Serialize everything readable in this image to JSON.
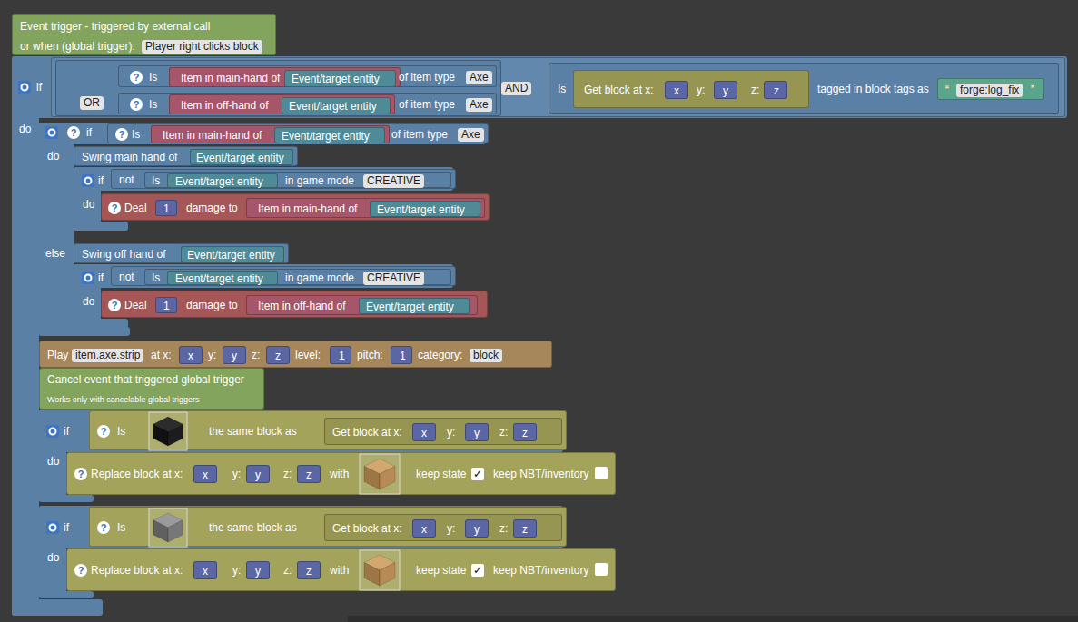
{
  "diagram": {
    "nodes": [
      {
        "text": [
          "Event trigger - triggered by external call",
          "or when (global trigger):",
          "Player right clicks block"
        ]
      },
      {
        "text": [
          "if",
          "do"
        ]
      },
      {
        "text": [
          "AND"
        ],
        "in": 1
      },
      {
        "text": [
          "OR"
        ],
        "in": 2
      },
      {
        "text": [
          "?",
          "Is",
          "of item type",
          "Axe"
        ],
        "in": 3
      },
      {
        "text": [
          "Item in main-hand of"
        ],
        "in": 4
      },
      {
        "text": [
          "Event/target entity"
        ],
        "in": 5
      },
      {
        "text": [
          "?",
          "Is",
          "of item type",
          "Axe"
        ],
        "in": 3
      },
      {
        "text": [
          "Item in off-hand of"
        ],
        "in": 7
      },
      {
        "text": [
          "Event/target entity"
        ],
        "in": 8
      },
      {
        "text": [
          "Is",
          "tagged in block tags as"
        ],
        "in": 2
      },
      {
        "text": [
          "Get block at x:",
          "y:",
          "z:"
        ],
        "in": 10
      },
      {
        "text": [
          "x"
        ],
        "in": 11
      },
      {
        "text": [
          "y"
        ],
        "in": 11
      },
      {
        "text": [
          "z"
        ],
        "in": 11
      },
      {
        "text": [
          "“",
          "forge:log_fix",
          "”"
        ],
        "in": 10
      },
      {
        "text": [
          "?",
          "if",
          "do",
          "else"
        ],
        "in": 1
      },
      {
        "text": [
          "?",
          "Is",
          "of item type",
          "Axe"
        ],
        "in": 16
      },
      {
        "text": [
          "Item in main-hand of"
        ],
        "in": 17
      },
      {
        "text": [
          "Event/target entity"
        ],
        "in": 18
      },
      {
        "text": [
          "Swing main hand of"
        ],
        "in": 16
      },
      {
        "text": [
          "Event/target entity"
        ],
        "in": 20
      },
      {
        "text": [
          "if",
          "do"
        ],
        "in": 16
      },
      {
        "text": [
          "not"
        ],
        "in": 22
      },
      {
        "text": [
          "Is",
          "in game mode",
          "CREATIVE"
        ],
        "in": 23
      },
      {
        "text": [
          "Event/target entity"
        ],
        "in": 24
      },
      {
        "text": [
          "?",
          "Deal",
          "damage to"
        ],
        "in": 22
      },
      {
        "text": [
          "1"
        ],
        "in": 26
      },
      {
        "text": [
          "Item in main-hand of"
        ],
        "in": 26
      },
      {
        "text": [
          "Event/target entity"
        ],
        "in": 28
      },
      {
        "text": [
          "Swing off hand of"
        ],
        "in": 16
      },
      {
        "text": [
          "Event/target entity"
        ],
        "in": 30
      },
      {
        "text": [
          "if",
          "do"
        ],
        "in": 16
      },
      {
        "text": [
          "not"
        ],
        "in": 32
      },
      {
        "text": [
          "Is",
          "in game mode",
          "CREATIVE"
        ],
        "in": 33
      },
      {
        "text": [
          "Event/target entity"
        ],
        "in": 34
      },
      {
        "text": [
          "?",
          "Deal",
          "damage to"
        ],
        "in": 32
      },
      {
        "text": [
          "1"
        ],
        "in": 36
      },
      {
        "text": [
          "Item in off-hand of"
        ],
        "in": 36
      },
      {
        "text": [
          "Event/target entity"
        ],
        "in": 38
      },
      {
        "text": [
          "Play",
          "item.axe.strip",
          "at x:",
          "y:",
          "z:",
          "level:",
          "pitch:",
          "category:",
          "block"
        ],
        "in": 1
      },
      {
        "text": [
          "x"
        ],
        "in": 40
      },
      {
        "text": [
          "y"
        ],
        "in": 40
      },
      {
        "text": [
          "z"
        ],
        "in": 40
      },
      {
        "text": [
          "1"
        ],
        "in": 40
      },
      {
        "text": [
          "1"
        ],
        "in": 40
      },
      {
        "text": [
          "Cancel event that triggered global trigger",
          "Works only with cancelable global triggers"
        ],
        "in": 1
      },
      {
        "text": [
          "if",
          "do"
        ],
        "in": 1
      },
      {
        "text": [
          "?",
          "Is",
          "the same block as"
        ],
        "in": 47
      },
      {
        "text": [
          "Get block at x:",
          "y:",
          "z:"
        ],
        "in": 48
      },
      {
        "text": [
          "x"
        ],
        "in": 49
      },
      {
        "text": [
          "y"
        ],
        "in": 49
      },
      {
        "text": [
          "z"
        ],
        "in": 49
      },
      {
        "text": [
          "?",
          "Replace block at x:",
          "y:",
          "z:",
          "with",
          "keep state",
          "✓",
          "keep NBT/inventory"
        ],
        "in": 47
      },
      {
        "text": [
          "x"
        ],
        "in": 53
      },
      {
        "text": [
          "y"
        ],
        "in": 53
      },
      {
        "text": [
          "z"
        ],
        "in": 53
      },
      {
        "text": [
          "if",
          "do"
        ],
        "in": 1
      },
      {
        "text": [
          "?",
          "Is",
          "the same block as"
        ],
        "in": 57
      },
      {
        "text": [
          "Get block at x:",
          "y:",
          "z:"
        ],
        "in": 58
      },
      {
        "text": [
          "x"
        ],
        "in": 59
      },
      {
        "text": [
          "y"
        ],
        "in": 59
      },
      {
        "text": [
          "z"
        ],
        "in": 59
      },
      {
        "text": [
          "?",
          "Replace block at x:",
          "y:",
          "z:",
          "with",
          "keep state",
          "✓",
          "keep NBT/inventory"
        ],
        "in": 57
      },
      {
        "text": [
          "x"
        ],
        "in": 63
      },
      {
        "text": [
          "y"
        ],
        "in": 63
      },
      {
        "text": [
          "z"
        ],
        "in": 63
      }
    ]
  }
}
